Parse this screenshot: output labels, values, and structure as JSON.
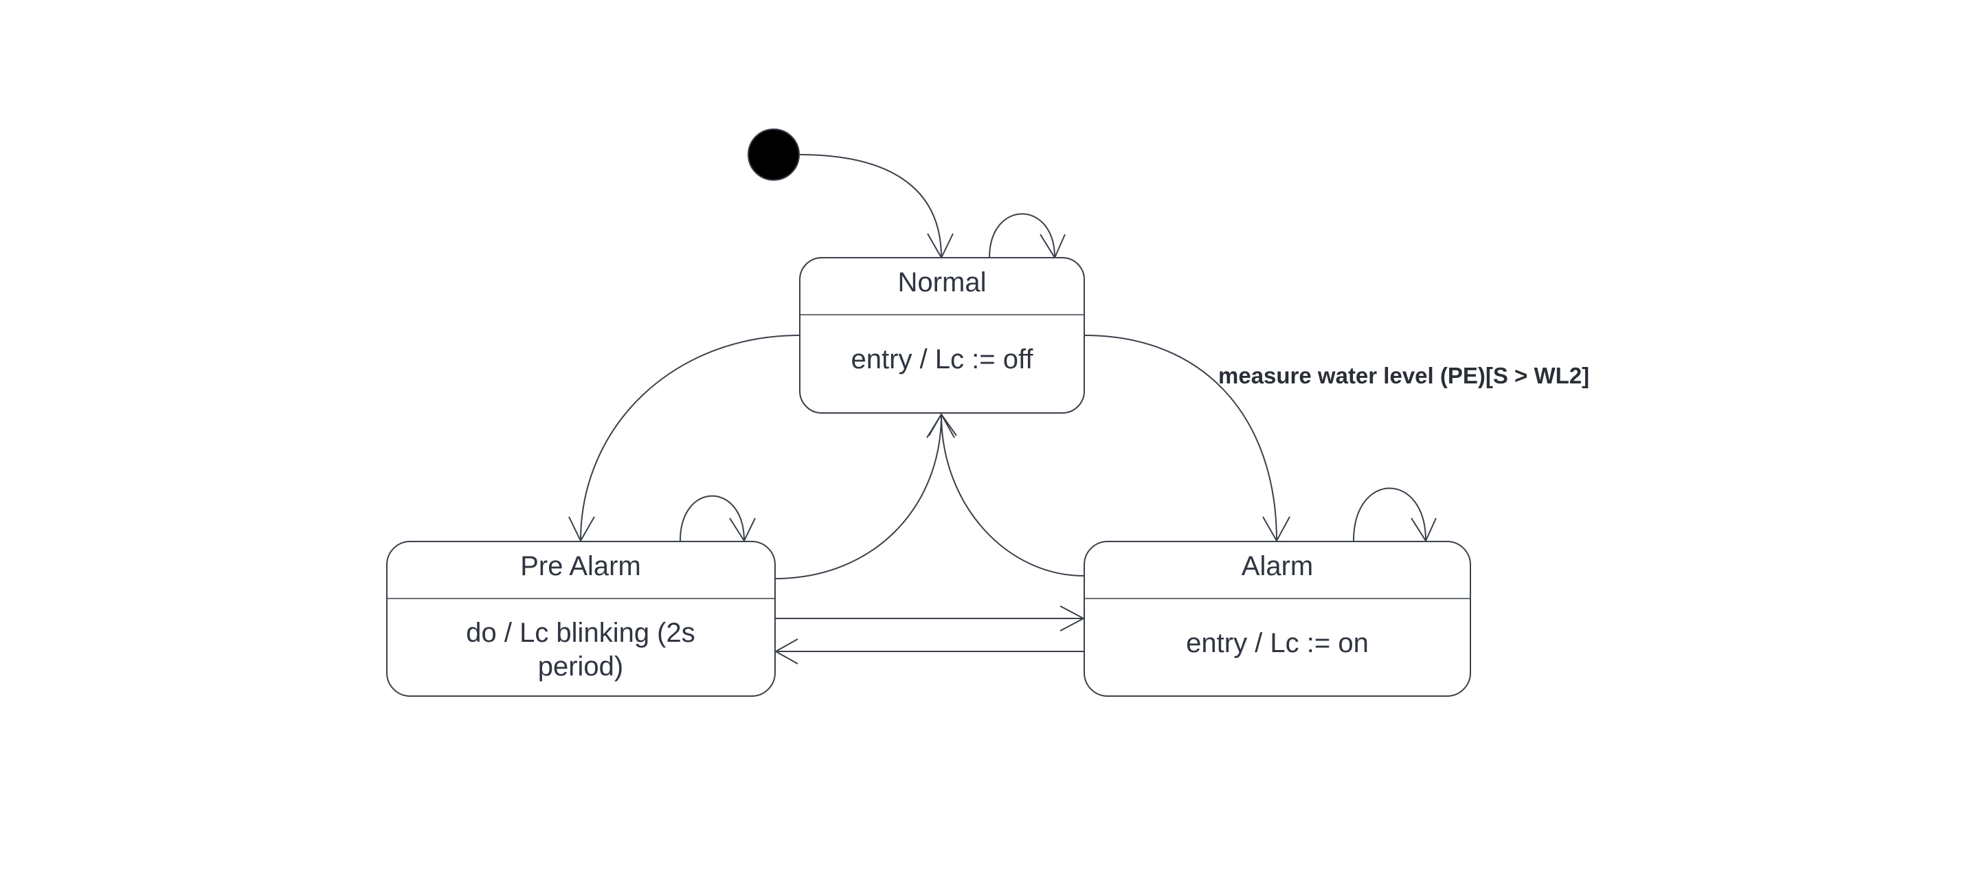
{
  "diagram": {
    "states": {
      "normal": {
        "title": "Normal",
        "body": "entry / Lc := off"
      },
      "pre_alarm": {
        "title": "Pre Alarm",
        "body_line1": "do / Lc blinking (2s",
        "body_line2": "period)"
      },
      "alarm": {
        "title": "Alarm",
        "body": "entry / Lc := on"
      }
    },
    "transitions": {
      "normal_to_alarm_label": "measure water level (PE)[S > WL2]"
    },
    "colors": {
      "stroke": "#3a414a",
      "text": "#2f3540",
      "initial_node": "#000000",
      "background": "#ffffff"
    }
  }
}
